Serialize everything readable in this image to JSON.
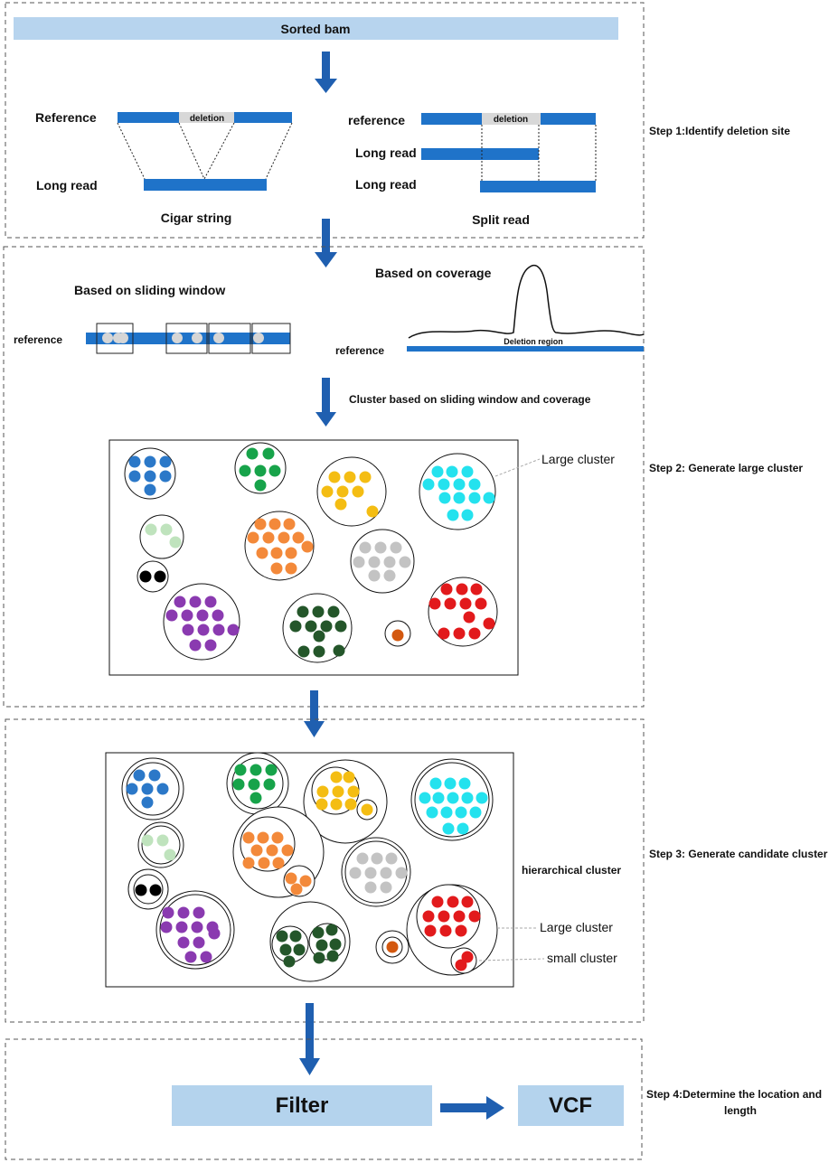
{
  "colors": {
    "blue": "#1f73c9",
    "light_blue_box": "#b4d3ed",
    "sorted_bar": "#b7d4ee",
    "deletion_gray": "#d8d8d8",
    "border_dash": "#555555",
    "arrow": "#1f5fb0"
  },
  "step1": {
    "sorted_bam": "Sorted bam",
    "reference_left": "Reference",
    "deletion_left": "deletion",
    "long_read_left": "Long read",
    "cigar": "Cigar string",
    "reference_right": "reference",
    "deletion_right": "deletion",
    "long_read_right_1": "Long read",
    "long_read_right_2": "Long read",
    "split": "Split read",
    "step_label": "Step 1:Identify deletion site"
  },
  "step2": {
    "sliding_title": "Based on sliding window",
    "reference_sliding": "reference",
    "coverage_title": "Based on coverage",
    "reference_coverage": "reference",
    "deletion_region": "Deletion region",
    "cluster_caption": "Cluster based on sliding window and coverage",
    "large_cluster": "Large cluster",
    "step_label": "Step 2: Generate large cluster"
  },
  "step3": {
    "hierarchical": "hierarchical cluster",
    "large_cluster": "Large cluster",
    "small_cluster": "small cluster",
    "step_label": "Step 3: Generate candidate cluster"
  },
  "step4": {
    "filter": "Filter",
    "vcf": "VCF",
    "step_label_line1": "Step 4:Determine the   location and",
    "step_label_line2": "length"
  },
  "clusters": [
    {
      "name": "blue",
      "color": "#2b78c8"
    },
    {
      "name": "green",
      "color": "#17a34a"
    },
    {
      "name": "yellow",
      "color": "#f4bd13"
    },
    {
      "name": "cyan",
      "color": "#24e2ee"
    },
    {
      "name": "pale-green",
      "color": "#bfe3bd"
    },
    {
      "name": "orange",
      "color": "#f3893a"
    },
    {
      "name": "gray",
      "color": "#c3c3c3"
    },
    {
      "name": "black",
      "color": "#000000"
    },
    {
      "name": "purple",
      "color": "#8a3ab0"
    },
    {
      "name": "dark-green",
      "color": "#24562a"
    },
    {
      "name": "red",
      "color": "#e21a1c"
    },
    {
      "name": "dark-orange",
      "color": "#d3580f"
    }
  ]
}
